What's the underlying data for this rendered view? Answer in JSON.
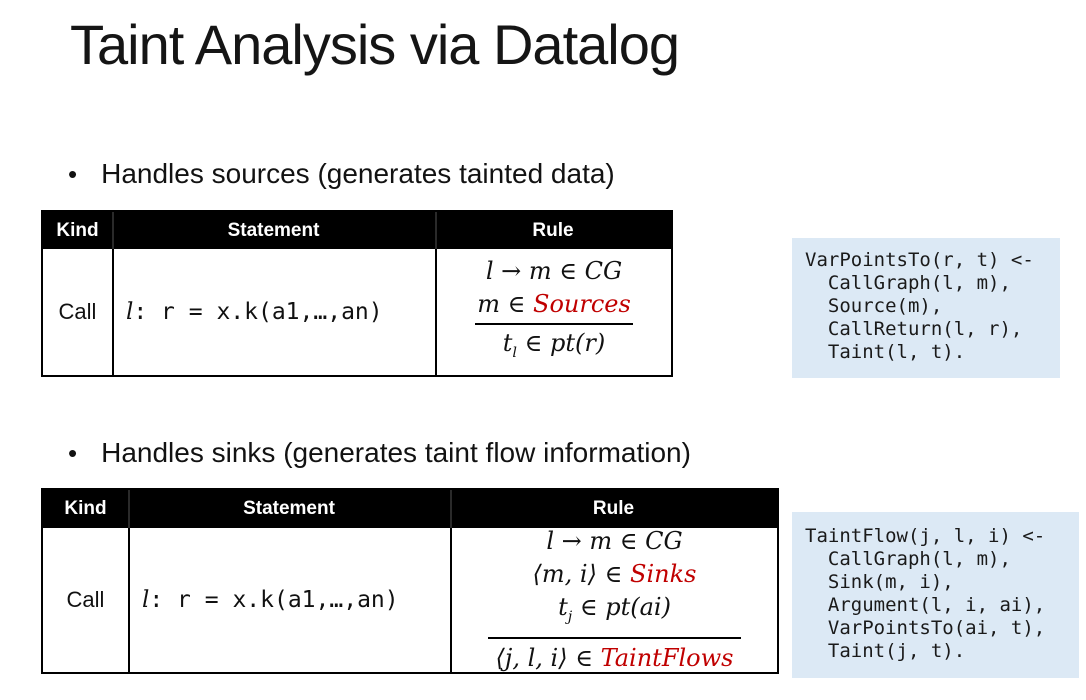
{
  "slide": {
    "title": "Taint Analysis via Datalog",
    "bullet_glyph": "•"
  },
  "colors": {
    "accent_red": "#C00000",
    "code_block_bg": "#DCE9F5",
    "table_header_bg": "#000000",
    "table_header_text": "#FFFFFF"
  },
  "bullets": {
    "sources": "Handles sources (generates tainted data)",
    "sinks": "Handles sinks (generates taint flow information)"
  },
  "table_headers": {
    "kind": "Kind",
    "statement": "Statement",
    "rule": "Rule"
  },
  "sources_table": {
    "kind": "Call",
    "statement": {
      "label_var": "l",
      "rest": ": r = x.k(a1,…,an)"
    },
    "rule": {
      "premise1": "l → m ∈ CG",
      "premise2_prefix": "m ∈ ",
      "premise2_red": "Sources",
      "conclusion_base": "t",
      "conclusion_sub": "l",
      "conclusion_rest": " ∈ pt(r)"
    }
  },
  "sinks_table": {
    "kind": "Call",
    "statement": {
      "label_var": "l",
      "rest": ": r = x.k(a1,…,an)"
    },
    "rule": {
      "premise1": "l → m ∈ CG",
      "premise2_prefix": "⟨m, i⟩ ∈ ",
      "premise2_red": "Sinks",
      "premise3_base": "t",
      "premise3_sub": "j",
      "premise3_rest": " ∈ pt(ai)",
      "conclusion_prefix": "⟨j, l, i⟩ ∈ ",
      "conclusion_red": "TaintFlows"
    }
  },
  "code_blocks": {
    "var_points_to": "VarPointsTo(r, t) <-\n  CallGraph(l, m),\n  Source(m),\n  CallReturn(l, r),\n  Taint(l, t).",
    "taint_flow": "TaintFlow(j, l, i) <-\n  CallGraph(l, m),\n  Sink(m, i),\n  Argument(l, i, ai),\n  VarPointsTo(ai, t),\n  Taint(j, t)."
  }
}
